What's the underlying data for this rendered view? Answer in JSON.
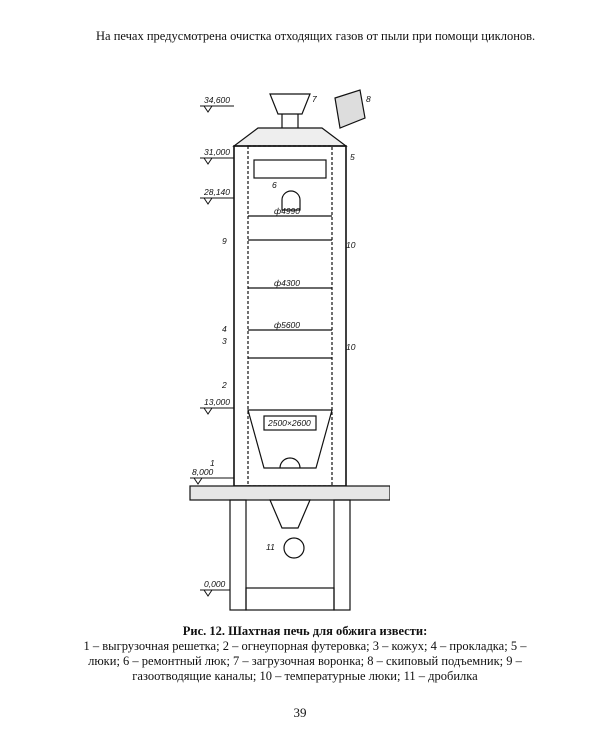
{
  "intro": {
    "text": "На печах предусмотрена очистка отходящих газов от пыли при помощи циклонов."
  },
  "figure": {
    "levels": [
      "34,600",
      "31,000",
      "28,140",
      "13,000",
      "8,000",
      "0,000"
    ],
    "dims": [
      "ф4990",
      "ф4300",
      "ф5600",
      "2500×2600"
    ],
    "callouts": [
      "1",
      "2",
      "3",
      "4",
      "5",
      "6",
      "7",
      "8",
      "9",
      "10",
      "10",
      "11"
    ]
  },
  "caption": {
    "title": "Рис. 12. Шахтная печь для обжига извести:",
    "legend": "1 – выгрузочная решетка; 2 – огнеупорная футеровка; 3 – кожух; 4 – прокладка; 5 – люки; 6 – ремонтный люк; 7 – загрузочная воронка; 8 – скиповый подъемник; 9 – газоотводящие каналы; 10 – температурные люки; 11 – дробилка"
  },
  "page_number": "39"
}
